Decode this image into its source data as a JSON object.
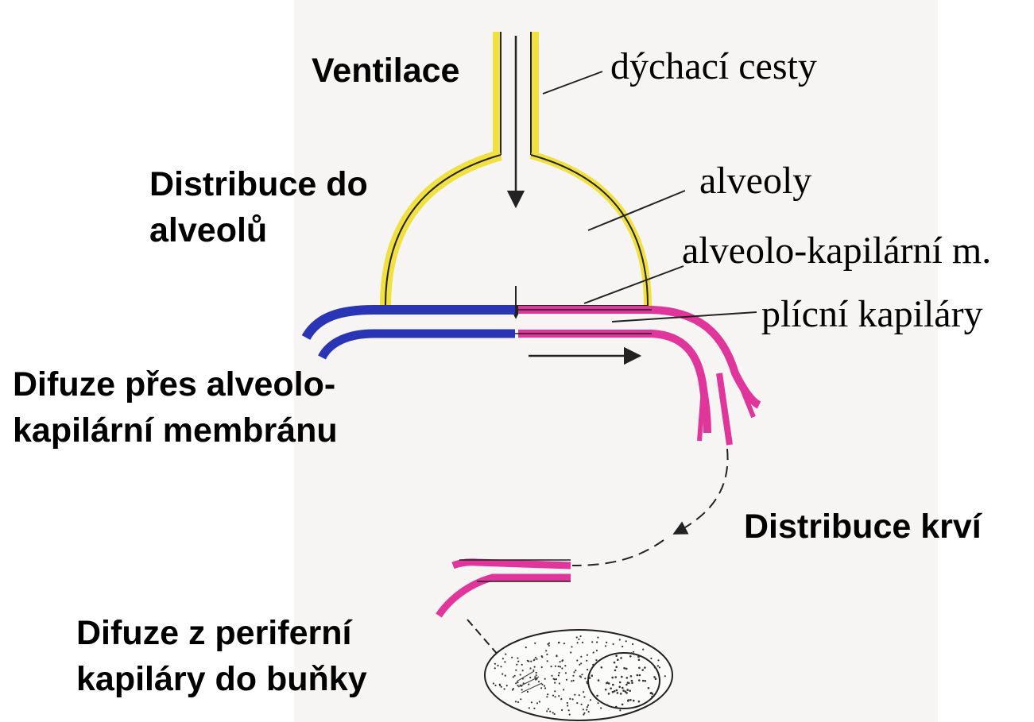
{
  "process_labels": {
    "ventilation": "Ventilace",
    "distribution_alveoli": [
      "Distribuce do",
      "alveolů"
    ],
    "diffusion_membrane": [
      "Difuze přes alveolo-",
      "kapilární membránu"
    ],
    "blood_distribution": "Distribuce krví",
    "diffusion_cell": [
      "Difuze z periferní",
      "kapiláry do buňky"
    ]
  },
  "structure_labels": {
    "airways": "dýchací cesty",
    "alveoli": "alveoly",
    "membrane": "alveolo-kapilární m.",
    "capillaries": "plícní kapiláry"
  },
  "colors": {
    "airway": "#f0e040",
    "venous_blood": "#2a35b5",
    "arterial_blood": "#e0359a",
    "outline": "#1a1a1a",
    "background_paper": "#f6f5f3"
  }
}
